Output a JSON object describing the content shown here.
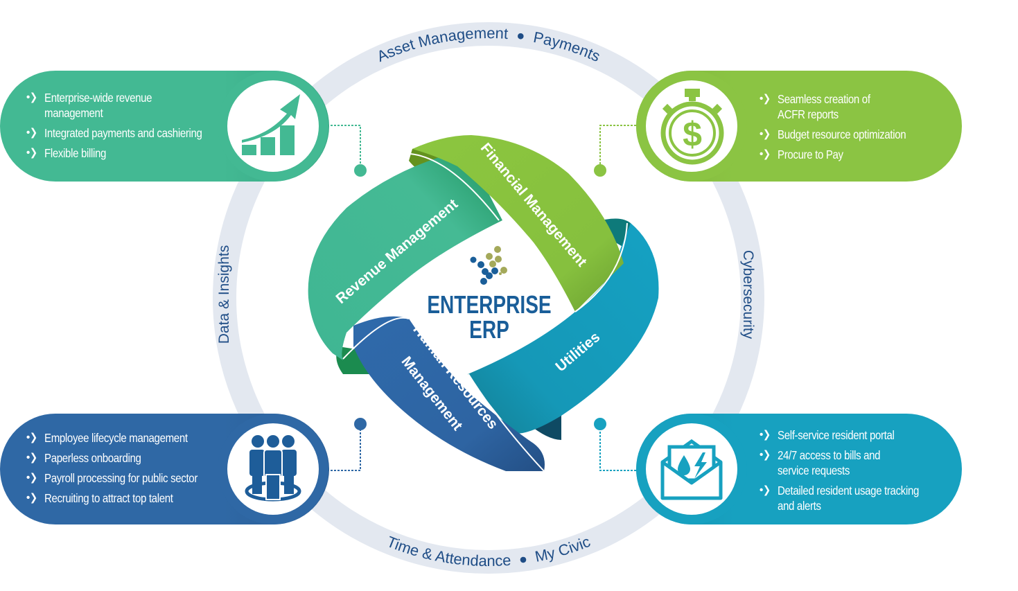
{
  "center": {
    "title_line1": "ENTERPRISE",
    "title_line2": "ERP",
    "logo_icon": "dots-grid-logo-icon"
  },
  "ring_labels": {
    "top_left": "Asset Management",
    "top_right": "Payments",
    "left": "Data & Insights",
    "right": "Cybersecurity",
    "bottom_left": "Time & Attendance",
    "bottom_right": "My Civic"
  },
  "bands": {
    "revenue": "Revenue Management",
    "financial": "Financial Management",
    "utilities": "Utilities",
    "hr_line1": "Human Resources",
    "hr_line2": "Management"
  },
  "panels": {
    "revenue": {
      "icon": "growth-chart-icon",
      "color": "#43b993",
      "items": [
        "Enterprise-wide revenue\nmanagement",
        "Integrated payments and cashiering",
        "Flexible billing"
      ]
    },
    "financial": {
      "icon": "stopwatch-dollar-icon",
      "color": "#8bc443",
      "items": [
        "Seamless creation of\nACFR reports",
        "Budget resource optimization",
        "Procure to Pay"
      ]
    },
    "hr": {
      "icon": "people-group-icon",
      "color": "#2f68a5",
      "items": [
        "Employee lifecycle management",
        "Paperless onboarding",
        "Payroll processing for public sector",
        "Recruiting to attract top talent"
      ]
    },
    "utilities": {
      "icon": "utility-bill-envelope-icon",
      "color": "#17a1c0",
      "items": [
        "Self-service resident portal",
        "24/7 access to bills and\nservice requests",
        "Detailed resident usage tracking\nand alerts"
      ]
    }
  },
  "bullet_glyph": "•❯",
  "colors": {
    "ring": "#e3e8f0",
    "ring_text": "#1f4d86",
    "brand_blue": "#1a5e99",
    "logo_olive": "#a4a95a"
  }
}
